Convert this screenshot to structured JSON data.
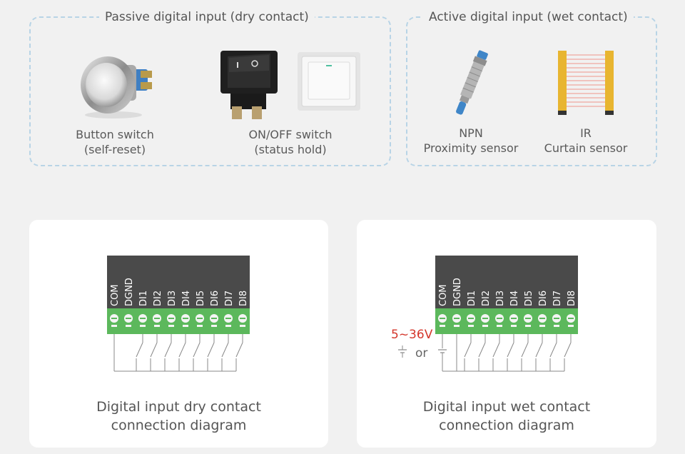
{
  "passive": {
    "title": "Passive digital input (dry contact)",
    "items": [
      {
        "line1": "Button switch",
        "line2": "(self-reset)"
      },
      {
        "line1": "ON/OFF switch",
        "line2": "(status hold)"
      }
    ]
  },
  "active": {
    "title": "Active digital input (wet contact)",
    "items": [
      {
        "line1": "NPN",
        "line2": "Proximity sensor"
      },
      {
        "line1": "IR",
        "line2": "Curtain sensor"
      }
    ]
  },
  "terminal": {
    "pins": [
      "COM",
      "DGND",
      "DI1",
      "DI2",
      "DI3",
      "DI4",
      "DI5",
      "DI6",
      "DI7",
      "DI8"
    ],
    "block_color": "#4a4a4a",
    "screw_color": "#5cb85c"
  },
  "dry_card": {
    "caption_line1": "Digital input dry contact",
    "caption_line2": "connection diagram"
  },
  "wet_card": {
    "caption_line1": "Digital input wet contact",
    "caption_line2": "connection diagram",
    "voltage": "5~36V",
    "or_text": "or"
  }
}
